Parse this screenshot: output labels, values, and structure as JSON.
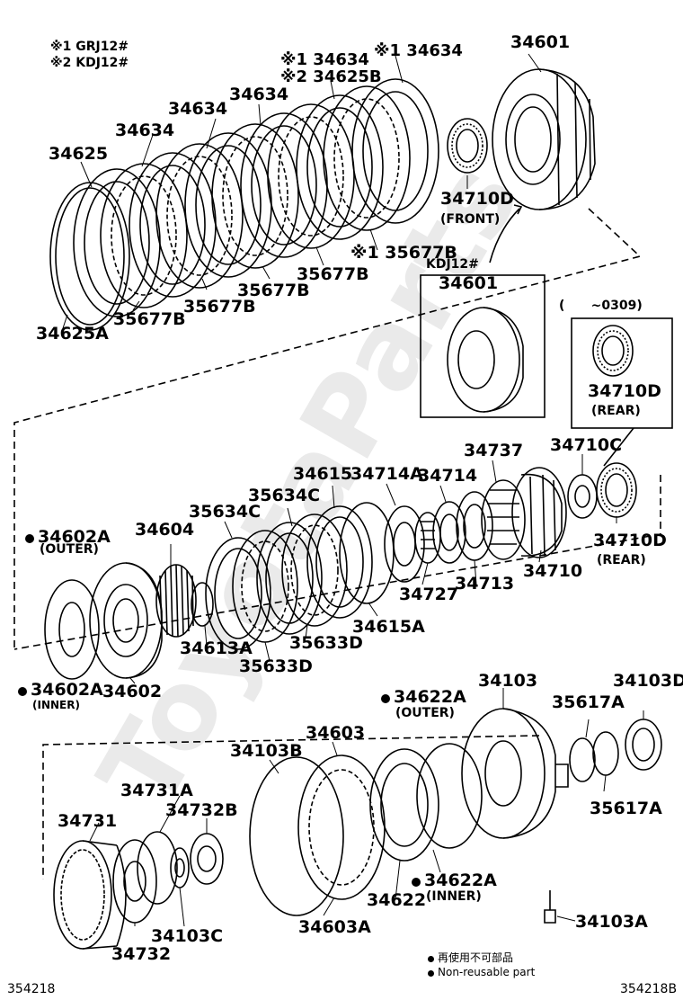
{
  "notes": {
    "n1": "※1 GRJ12#",
    "n2": "※2 KDJ12#"
  },
  "labels": {
    "l34601": "34601",
    "l34634_a": "※1 34634",
    "l34634_b": "※1 34634",
    "l34625b": "※2 34625B",
    "l34634_c": "34634",
    "l34634_d": "34634",
    "l34634_e": "34634",
    "l34625": "34625",
    "l34710d_front": "34710D",
    "front": "(FRONT)",
    "kdj": "KDJ12#",
    "l35677b_a": "※1 35677B",
    "l35677b_b": "35677B",
    "l35677b_c": "35677B",
    "l35677b_d": "35677B",
    "l35677b_e": "35677B",
    "l34625a": "34625A",
    "l34601_box": "34601",
    "date_range": "(      ~0309)",
    "l34710d_rear_box": "34710D",
    "rear_box": "(REAR)",
    "l34602a_outer": "34602A",
    "outer1": "(OUTER)",
    "l34604": "34604",
    "l35634c_a": "35634C",
    "l35634c_b": "35634C",
    "l34615": "34615",
    "l34714a": "34714A",
    "l34714": "34714",
    "l34737": "34737",
    "l34710c": "34710C",
    "l34710d_rear": "34710D",
    "rear": "(REAR)",
    "l34710": "34710",
    "l34713": "34713",
    "l34727": "34727",
    "l34615a": "34615A",
    "l35633d_a": "35633D",
    "l35633d_b": "35633D",
    "l34613a": "34613A",
    "l34602a_inner": "34602A",
    "inner1": "(INNER)",
    "l34602": "34602",
    "l34622a_outer": "34622A",
    "outer2": "(OUTER)",
    "l34103": "34103",
    "l34103d": "34103D",
    "l35617a_a": "35617A",
    "l35617a_b": "35617A",
    "l34103b": "34103B",
    "l34603": "34603",
    "l34731a": "34731A",
    "l34732b": "34732B",
    "l34731": "34731",
    "l34622a_inner": "34622A",
    "inner2": "(INNER)",
    "l34622": "34622",
    "l34603a": "34603A",
    "l34103c": "34103C",
    "l34732": "34732",
    "l34103a": "34103A"
  },
  "legend": {
    "jp": "再使用不可部品",
    "en": "Non-reusable part"
  },
  "footer": {
    "left": "354218",
    "right": "354218B"
  },
  "watermark": "ToyotaParts"
}
